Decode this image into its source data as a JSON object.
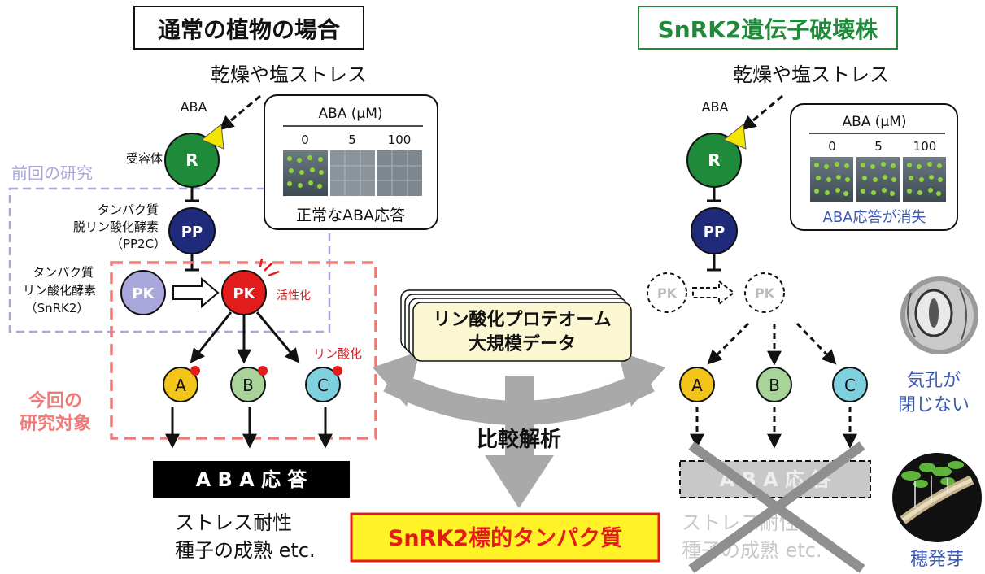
{
  "left": {
    "title": "通常の植物の場合",
    "stress": "乾燥や塩ストレス",
    "aba": "ABA",
    "receptor_label": "受容体",
    "receptor": "R",
    "prev_study": "前回の研究",
    "pp_label_1": "タンパク質",
    "pp_label_2": "脱リン酸化酵素",
    "pp_label_3": "（PP2C）",
    "pp": "PP",
    "pk_label_1": "タンパク質",
    "pk_label_2": "リン酸化酵素",
    "pk_label_3": "（SnRK2）",
    "pk": "PK",
    "activation": "活性化",
    "phosphorylation": "リン酸化",
    "a": "A",
    "b": "B",
    "c": "C",
    "current_study_1": "今回の",
    "current_study_2": "研究対象",
    "response": "A B A 応 答",
    "outcome_1": "ストレス耐性",
    "outcome_2": "種子の成熟 etc.",
    "inset": {
      "title": "ABA (μM)",
      "concentrations": [
        "0",
        "5",
        "100"
      ],
      "caption": "正常なABA応答"
    }
  },
  "right": {
    "title": "SnRK2遺伝子破壊株",
    "stress": "乾燥や塩ストレス",
    "aba": "ABA",
    "receptor": "R",
    "pp": "PP",
    "pk": "PK",
    "a": "A",
    "b": "B",
    "c": "C",
    "response": "A B A 応 答",
    "outcome_1": "ストレス耐性",
    "outcome_2": "種子の成熟 etc.",
    "inset": {
      "title": "ABA (μM)",
      "concentrations": [
        "0",
        "5",
        "100"
      ],
      "caption": "ABA応答が消失"
    },
    "stomata_1": "気孔が",
    "stomata_2": "閉じない",
    "sprouting": "穂発芽"
  },
  "center": {
    "data_1": "リン酸化プロテオーム",
    "data_2": "大規模データ",
    "analysis": "比較解析",
    "result": "SnRK2標的タンパク質"
  },
  "colors": {
    "green": "#1e8a3a",
    "navy": "#1f2a7a",
    "red": "#e21b1b",
    "lavender": "#a9a6dc",
    "yellow": "#f3c419",
    "lightgreen": "#a8d49a",
    "cyan": "#7fd0df",
    "salmon": "#ee7b78",
    "gray": "#a9a9a9",
    "blue_text": "#3b5bb3"
  }
}
